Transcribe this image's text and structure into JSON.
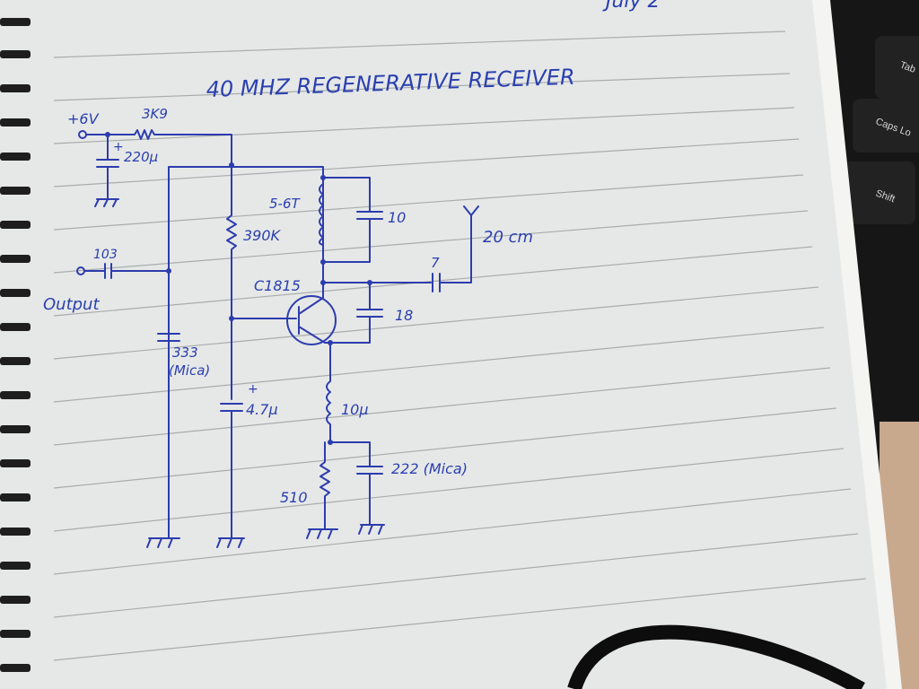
{
  "date_partial": "July 2",
  "title": "40 MHZ REGENERATIVE RECEIVER",
  "labels": {
    "supply": "+6V",
    "r_supply": "3K9",
    "c_supply": "220µ",
    "c_supply_pol": "+",
    "c_output": "103",
    "output": "Output",
    "r_bias": "390K",
    "c_bypass": "333",
    "c_bypass_type": "(Mica)",
    "c_base": "4.7µ",
    "c_base_pol": "+",
    "coil_tank": "5-6T",
    "c_tank": "10",
    "transistor": "C1815",
    "c_antenna": "7",
    "antenna": "20 cm",
    "c_feedback": "18",
    "choke": "10µ",
    "r_emitter": "510",
    "c_emitter": "222 (Mica)"
  },
  "keyboard": {
    "tab": "Tab",
    "caps": "Caps Lo",
    "shift": "Shift"
  },
  "colors": {
    "ink": "#2d3cae",
    "paper": "#e8eae9",
    "rule": "#9a9e9e"
  }
}
